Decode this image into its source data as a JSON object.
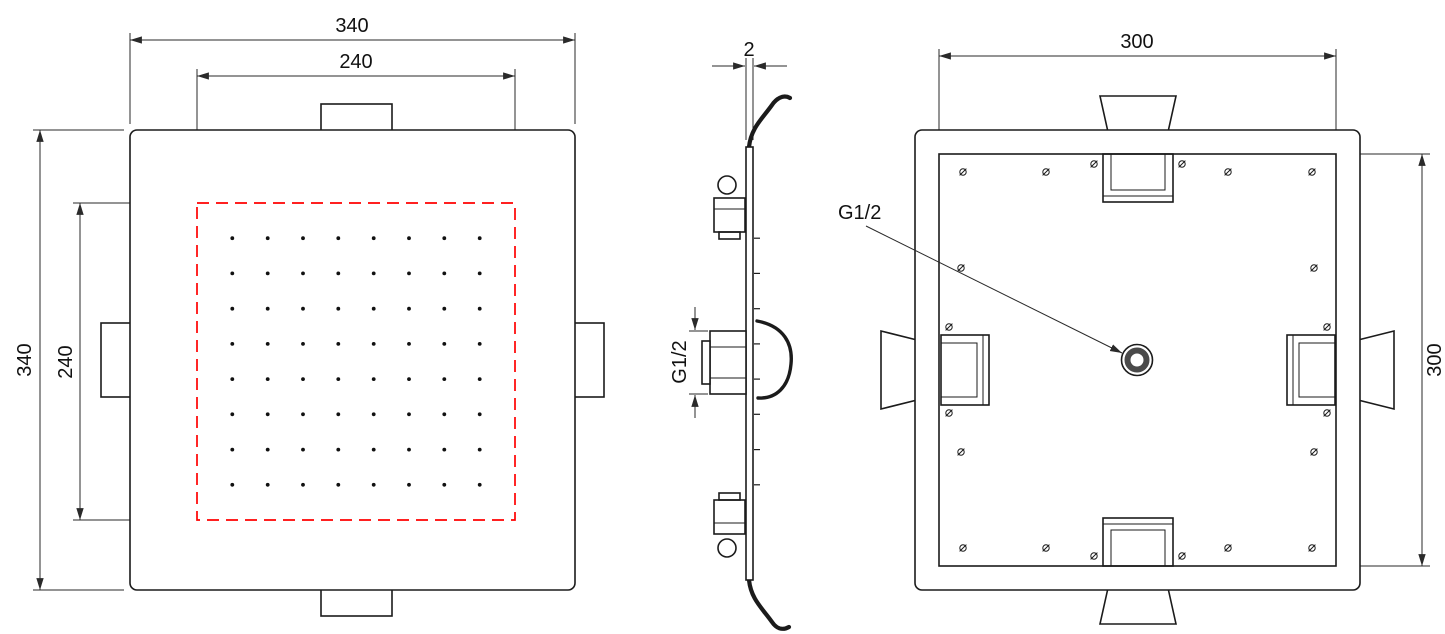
{
  "views": {
    "front": {
      "dim_outer_width": "340",
      "dim_inner_width": "240",
      "dim_outer_height": "340",
      "dim_inner_height": "240",
      "nozzle_grid": {
        "rows": 8,
        "cols": 8
      }
    },
    "side": {
      "dim_thickness": "2",
      "connector_label": "G1/2"
    },
    "back": {
      "dim_width": "300",
      "dim_height": "300",
      "connector_label": "G1/2"
    }
  },
  "colors": {
    "line": "#1b1b1b",
    "nozzle_area": "#ff0000",
    "dimension": "#2a2a2a",
    "background": "#ffffff"
  }
}
